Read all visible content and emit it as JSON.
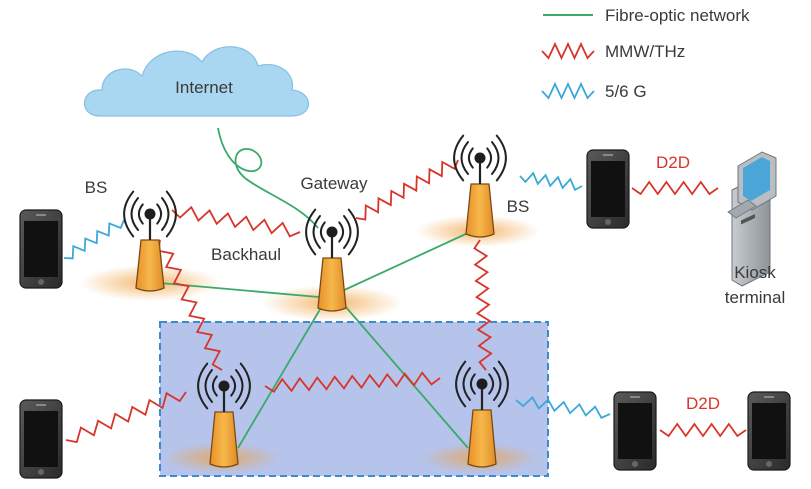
{
  "legend": {
    "fibre": "Fibre-optic network",
    "mmw": "MMW/THz",
    "g56": "5/6 G"
  },
  "labels": {
    "internet": "Internet",
    "gateway": "Gateway",
    "bs_left": "BS",
    "bs_right": "BS",
    "backhaul": "Backhaul",
    "d2d_top": "D2D",
    "d2d_bottom": "D2D",
    "kiosk_line1": "Kiosk",
    "kiosk_line2": "terminal"
  },
  "colors": {
    "fibre": "#3aaa6a",
    "mmw": "#d8352a",
    "g56": "#3aa8d8",
    "cloud": "#a9d6f0",
    "tower": "#f0a630",
    "small_cell_area": "#aab8e4",
    "dashed_border": "#3a8ccc"
  },
  "icons": {
    "cloud": "cloud-icon",
    "tower": "antenna-tower-icon",
    "phone": "smartphone-icon",
    "kiosk": "kiosk-terminal-icon"
  }
}
